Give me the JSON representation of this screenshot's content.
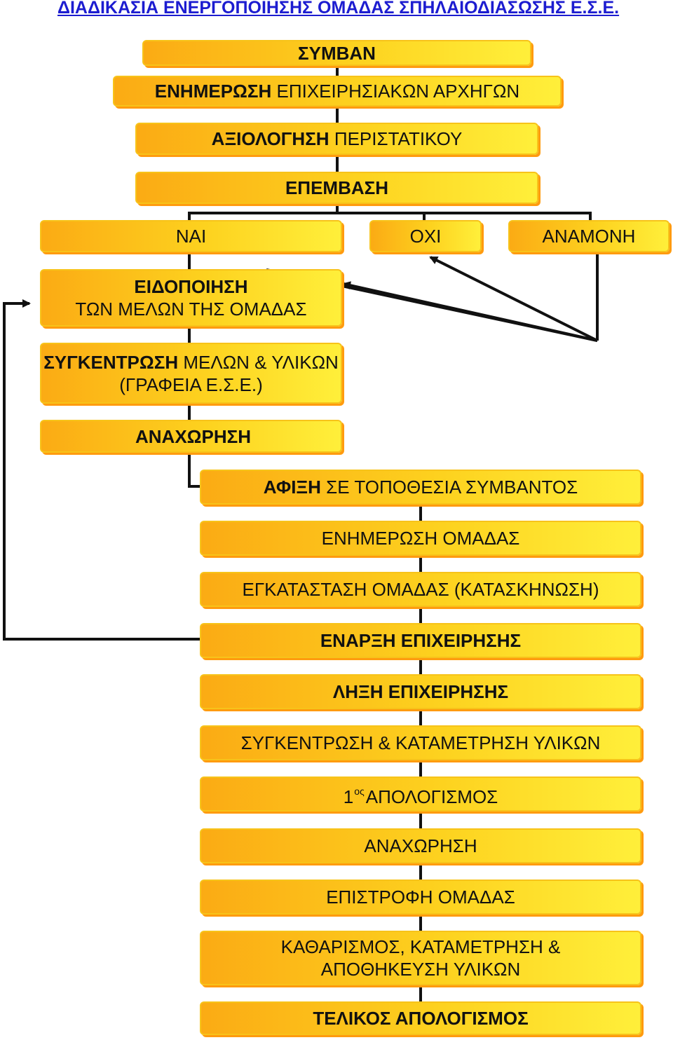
{
  "title": "ΔΙΑΔΙΚΑΣΙΑ ΕΝΕΡΓΟΠΟΙΗΣΗΣ ΟΜΑΔΑΣ ΣΠΗΛΑΙΟΔΙΑΣΩΣΗΣ Ε.Σ.Ε.",
  "boxes": {
    "symvan": {
      "bold": "ΣΥΜΒΑΝ"
    },
    "enimerosi_archigon": {
      "bold": "ΕΝΗΜΕΡΩΣΗ",
      "rest": " ΕΠΙΧΕΙΡΗΣΙΑΚΩΝ ΑΡΧΗΓΩΝ"
    },
    "axiologisi": {
      "bold": "ΑΞΙΟΛΟΓΗΣΗ",
      "rest": " ΠΕΡΙΣΤΑΤΙΚΟΥ"
    },
    "epemvasi": {
      "bold": "ΕΠΕΜΒΑΣΗ"
    },
    "nai": {
      "text": "ΝΑΙ"
    },
    "ochi": {
      "text": "ΟΧΙ"
    },
    "anamoni": {
      "text": "ΑΝΑΜΟΝΗ"
    },
    "eidopoiisi": {
      "line1": "ΕΙΔΟΠΟΙΗΣΗ",
      "line2": "ΤΩΝ ΜΕΛΩΝ ΤΗΣ ΟΜΑΔΑΣ"
    },
    "sygkentrosi_melon": {
      "bold": "ΣΥΓΚΕΝΤΡΩΣΗ",
      "rest": " ΜΕΛΩΝ & ΥΛΙΚΩΝ",
      "line2": "(ΓΡΑΦΕΙΑ Ε.Σ.Ε.)"
    },
    "anachorisi_1": {
      "bold": "ΑΝΑΧΩΡΗΣΗ"
    },
    "afixi": {
      "bold": "ΑΦΙΞΗ",
      "rest": " ΣΕ ΤΟΠΟΘΕΣΙΑ ΣΥΜΒΑΝΤΟΣ"
    },
    "enimerosi_omadas": {
      "text": "ΕΝΗΜΕΡΩΣΗ ΟΜΑΔΑΣ"
    },
    "egkatastasi": {
      "text": "ΕΓΚΑΤΑΣΤΑΣΗ ΟΜΑΔΑΣ (ΚΑΤΑΣΚΗΝΩΣΗ)"
    },
    "enarxi": {
      "bold": "ΕΝΑΡΞΗ ΕΠΙΧΕΙΡΗΣΗΣ"
    },
    "lixi": {
      "bold": "ΛΗΞΗ ΕΠΙΧΕΙΡΗΣΗΣ"
    },
    "sygkentrosi_katametrisi": {
      "text": "ΣΥΓΚΕΝΤΡΩΣΗ & ΚΑΤΑΜΕΤΡΗΣΗ ΥΛΙΚΩΝ"
    },
    "apologismos_1": {
      "number": "1",
      "ordinal": "ος",
      "text": "ΑΠΟΛΟΓΙΣΜΟΣ"
    },
    "anachorisi_2": {
      "text": "ΑΝΑΧΩΡΗΣΗ"
    },
    "epistrofi": {
      "text": "ΕΠΙΣΤΡΟΦΗ ΟΜΑΔΑΣ"
    },
    "katharismos": {
      "line1": "ΚΑΘΑΡΙΣΜΟΣ, ΚΑΤΑΜΕΤΡΗΣΗ &",
      "line2": "ΑΠΟΘΗΚΕΥΣΗ ΥΛΙΚΩΝ"
    },
    "telikos": {
      "bold": "ΤΕΛΙΚΟΣ ΑΠΟΛΟΓΙΣΜΟΣ"
    }
  },
  "colors": {
    "title": "#1c1cd0",
    "box_left": "#fbab14",
    "box_right": "#ffef3a",
    "box_border": "#f7c31a",
    "box_shadow": "#ff9b0f",
    "connector": "#111111"
  }
}
